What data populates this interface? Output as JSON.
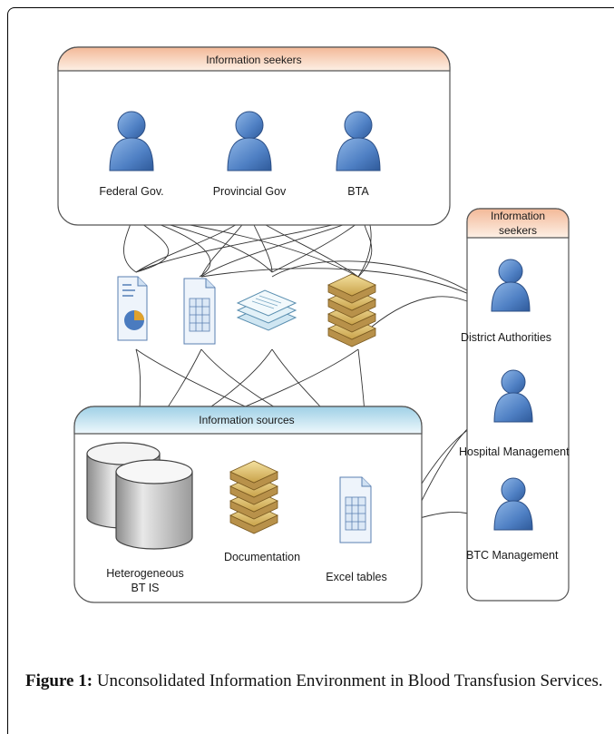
{
  "seekers_top": {
    "header": "Information seekers",
    "actors": [
      "Federal Gov.",
      "Provincial Gov",
      "BTA"
    ]
  },
  "seekers_right": {
    "header_line1": "Information",
    "header_line2": "seekers",
    "actors": [
      "District Authorities",
      "Hospital Management",
      "BTC Management"
    ]
  },
  "sources": {
    "header": "Information sources",
    "items": {
      "is_line1": "Heterogeneous",
      "is_line2": "BT IS",
      "documentation": "Documentation",
      "excel": "Excel tables"
    }
  },
  "caption": {
    "label": "Figure 1:",
    "text": " Unconsolidated Information Environment in Blood Transfusion Services."
  },
  "colors": {
    "person_fill": "#5b8ed0",
    "person_stroke": "#2c4f86",
    "top_header": "#f6cfb4",
    "sources_header": "#bfe0ee"
  }
}
